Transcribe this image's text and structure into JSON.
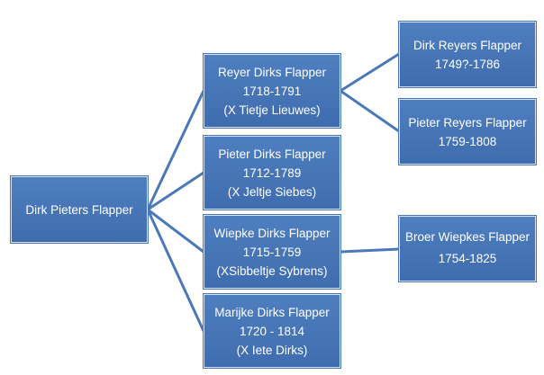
{
  "root": {
    "name": "Dirk Pieters Flapper"
  },
  "children": [
    {
      "id": "reyer",
      "name": "Reyer Dirks Flapper",
      "years": "1718-1791",
      "spouse": "(X Tietje Lieuwes)"
    },
    {
      "id": "pieter",
      "name": "Pieter Dirks Flapper",
      "years": "1712-1789",
      "spouse": "(X Jeltje Siebes)"
    },
    {
      "id": "wiepke",
      "name": "Wiepke Dirks Flapper",
      "years": "1715-1759",
      "spouse": "(XSibbeltje Sybrens)"
    },
    {
      "id": "marijke",
      "name": "Marijke Dirks Flapper",
      "years": "1720 - 1814",
      "spouse": "(X Iete Dirks)"
    }
  ],
  "grandchildren": [
    {
      "id": "dirkreyers",
      "parent": "reyer",
      "name": "Dirk Reyers Flapper",
      "years": "1749?-1786"
    },
    {
      "id": "pieterreyers",
      "parent": "reyer",
      "name": "Pieter Reyers Flapper",
      "years": "1759-1808"
    },
    {
      "id": "broer",
      "parent": "wiepke",
      "name": "Broer Wiepkes Flapper",
      "years": "1754-1825"
    }
  ],
  "colors": {
    "node_fill": "#4a78b8",
    "connector": "#4a78b8",
    "text": "#ffffff"
  }
}
